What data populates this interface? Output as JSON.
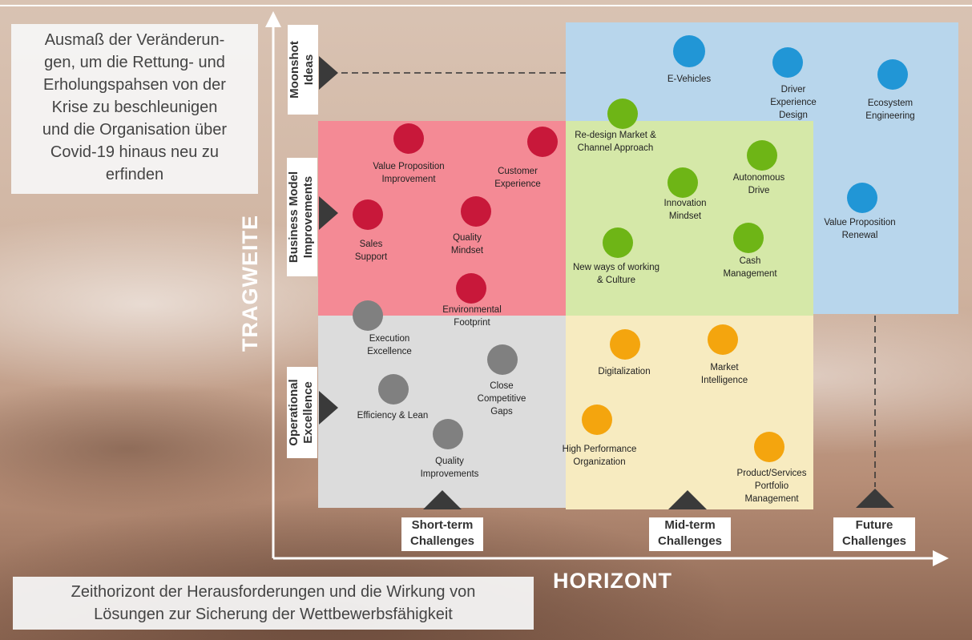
{
  "colors": {
    "blue_quadrant": "#b8d6ec",
    "red_quadrant": "#f48a95",
    "green_quadrant": "#d5e8a8",
    "gray_quadrant": "#dcdcdc",
    "yellow_quadrant": "#f7ebc0",
    "blue_dot": "#2196d6",
    "red_dot": "#c8183a",
    "green_dot": "#6eb516",
    "gray_dot": "#808080",
    "orange_dot": "#f4a50e",
    "axis": "#ffffff",
    "marker": "#3a3a3a"
  },
  "info_top": "Ausmaß der Veränderun-\ngen, um die Rettung- und\nErholungspahsen von der\nKrise zu beschleunigen\nund die Organisation über\nCovid-19 hinaus neu zu\nerfinden",
  "info_bottom": "Zeithorizont der Herausforderungen und die Wirkung von\nLösungen zur Sicherung der Wettbewerbsfähigkeit",
  "y_axis_title": "TRAGWEITE",
  "x_axis_title": "HORIZONT",
  "y_bands": [
    {
      "id": "moonshot",
      "label": "Moonshot\nIdeas"
    },
    {
      "id": "business",
      "label": "Business Model\nImprovements"
    },
    {
      "id": "operational",
      "label": "Operational\nExcellence"
    }
  ],
  "x_bands": [
    {
      "id": "short",
      "label": "Short-term\nChallenges"
    },
    {
      "id": "mid",
      "label": "Mid-term\nChallenges"
    },
    {
      "id": "future",
      "label": "Future\nChallenges"
    }
  ],
  "initiatives": [
    {
      "label": "E-Vehicles",
      "group": "blue"
    },
    {
      "label": "Driver\nExperience\nDesign",
      "group": "blue"
    },
    {
      "label": "Ecosystem\nEngineering",
      "group": "blue"
    },
    {
      "label": "Value Proposition\nRenewal",
      "group": "blue"
    },
    {
      "label": "Value Proposition\nImprovement",
      "group": "red"
    },
    {
      "label": "Customer\nExperience",
      "group": "red"
    },
    {
      "label": "Sales\nSupport",
      "group": "red"
    },
    {
      "label": "Quality\nMindset",
      "group": "red"
    },
    {
      "label": "Environmental\nFootprint",
      "group": "red"
    },
    {
      "label": "Re-design Market &\nChannel Approach",
      "group": "green"
    },
    {
      "label": "Autonomous\nDrive",
      "group": "green"
    },
    {
      "label": "Innovation\nMindset",
      "group": "green"
    },
    {
      "label": "New ways of working\n& Culture",
      "group": "green"
    },
    {
      "label": "Cash\nManagement",
      "group": "green"
    },
    {
      "label": "Execution\nExcellence",
      "group": "gray"
    },
    {
      "label": "Efficiency & Lean",
      "group": "gray"
    },
    {
      "label": "Close\nCompetitive\nGaps",
      "group": "gray"
    },
    {
      "label": "Quality\nImprovements",
      "group": "gray"
    },
    {
      "label": "Digitalization",
      "group": "orange"
    },
    {
      "label": "Market\nIntelligence",
      "group": "orange"
    },
    {
      "label": "High Performance\nOrganization",
      "group": "orange"
    },
    {
      "label": "Product/Services\nPortfolio\nManagement",
      "group": "orange"
    }
  ]
}
